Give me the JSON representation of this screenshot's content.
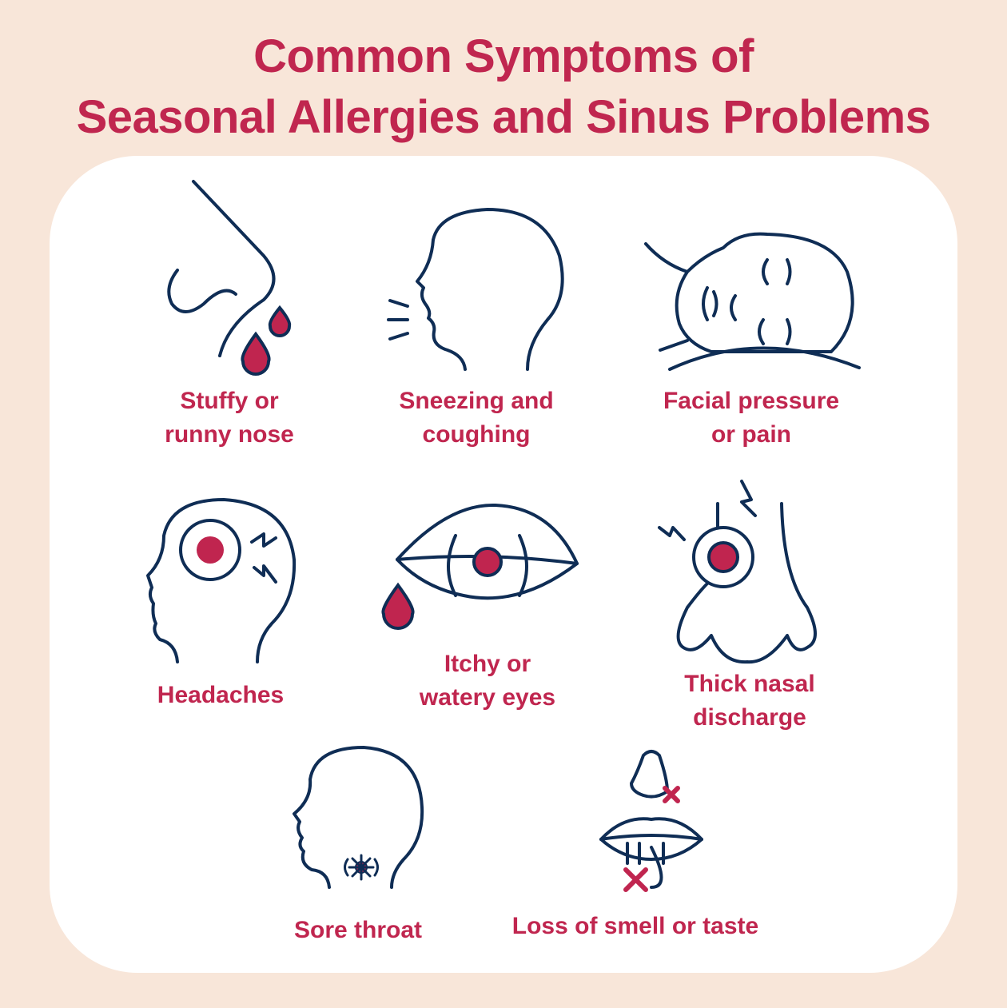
{
  "title": {
    "line1": "Common Symptoms of",
    "line2": "Seasonal Allergies and Sinus Problems"
  },
  "colors": {
    "accent": "#c0264f",
    "navy": "#0f2d55",
    "background": "#f8e6d9",
    "card": "#ffffff"
  },
  "symptoms": [
    {
      "icon": "runny-nose-icon",
      "line1": "Stuffy or",
      "line2": "runny nose"
    },
    {
      "icon": "sneezing-head-icon",
      "line1": "Sneezing and",
      "line2": "coughing"
    },
    {
      "icon": "facial-pressure-icon",
      "line1": "Facial pressure",
      "line2": "or pain"
    },
    {
      "icon": "headache-icon",
      "line1": "Headaches"
    },
    {
      "icon": "watery-eye-icon",
      "line1": "Itchy or",
      "line2": "watery eyes"
    },
    {
      "icon": "nasal-discharge-icon",
      "line1": "Thick nasal",
      "line2": "discharge"
    },
    {
      "icon": "sore-throat-icon",
      "line1": "Sore throat"
    },
    {
      "icon": "smell-taste-loss-icon",
      "line1": "Loss of smell or taste"
    }
  ]
}
